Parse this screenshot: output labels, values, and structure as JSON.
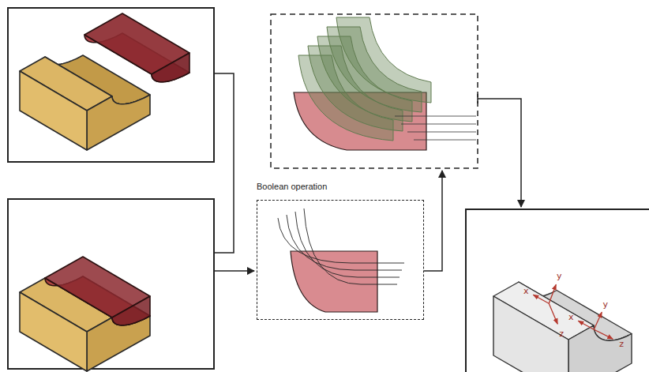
{
  "diagram": {
    "nodes": [
      {
        "text": [
          "Boolean operation"
        ]
      }
    ],
    "labels": [
      "x",
      "y",
      "z",
      "x",
      "y",
      "z"
    ]
  }
}
